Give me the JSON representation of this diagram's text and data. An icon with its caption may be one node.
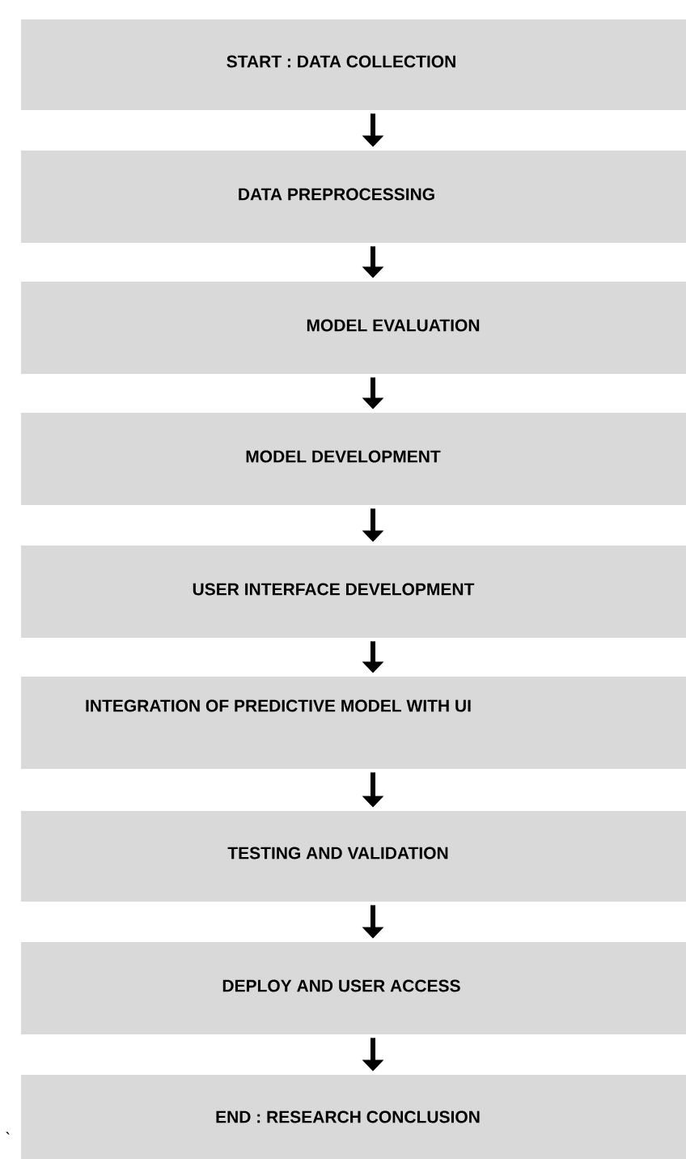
{
  "diagram": {
    "nodes": [
      {
        "text": [
          "START :    DATA COLLECTION"
        ]
      },
      {
        "text": [
          "DATA PREPROCESSING"
        ]
      },
      {
        "text": [
          "MODEL EVALUATION"
        ]
      },
      {
        "text": [
          "MODEL DEVELOPMENT"
        ]
      },
      {
        "text": [
          "USER INTERFACE DEVELOPMENT"
        ]
      },
      {
        "text": [
          "INTEGRATION OF PREDICTIVE MODEL WITH UI"
        ]
      },
      {
        "text": [
          "TESTING AND VALIDATION"
        ]
      },
      {
        "text": [
          "DEPLOY AND USER ACCESS"
        ]
      },
      {
        "text": [
          "END : RESEARCH CONCLUSION"
        ]
      }
    ],
    "edges": [
      {
        "from": 0,
        "to": 1,
        "arrow": "to"
      },
      {
        "from": 1,
        "to": 2,
        "arrow": "to"
      },
      {
        "from": 2,
        "to": 3,
        "arrow": "to"
      },
      {
        "from": 3,
        "to": 4,
        "arrow": "to"
      },
      {
        "from": 4,
        "to": 5,
        "arrow": "to"
      },
      {
        "from": 5,
        "to": 6,
        "arrow": "to"
      },
      {
        "from": 6,
        "to": 7,
        "arrow": "to"
      },
      {
        "from": 7,
        "to": 8,
        "arrow": "to"
      }
    ],
    "labels": [
      "`"
    ]
  }
}
